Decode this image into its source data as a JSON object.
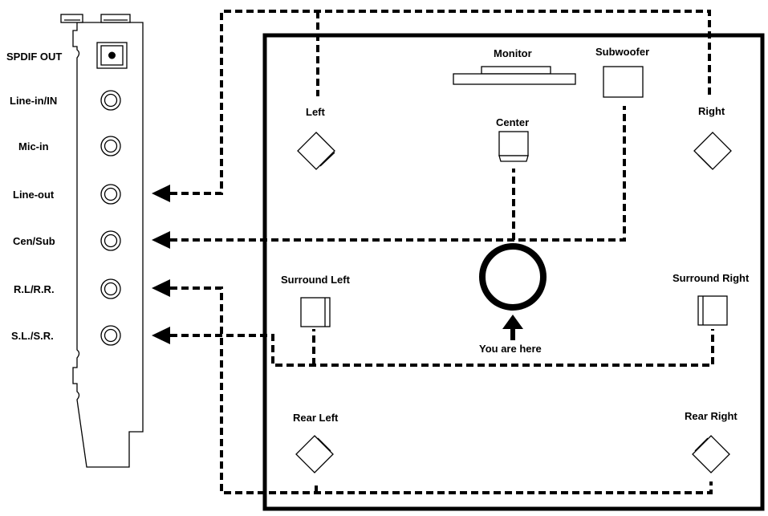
{
  "bracket": {
    "ports": [
      {
        "key": "spdif",
        "label": "SPDIF OUT"
      },
      {
        "key": "line-in",
        "label": "Line-in/IN"
      },
      {
        "key": "mic-in",
        "label": "Mic-in"
      },
      {
        "key": "line-out",
        "label": "Line-out"
      },
      {
        "key": "cen-sub",
        "label": "Cen/Sub"
      },
      {
        "key": "rl-rr",
        "label": "R.L/R.R."
      },
      {
        "key": "sl-sr",
        "label": "S.L./S.R."
      }
    ]
  },
  "room": {
    "monitor": "Monitor",
    "subwoofer": "Subwoofer",
    "left": "Left",
    "right": "Right",
    "center": "Center",
    "surround_left": "Surround Left",
    "surround_right": "Surround Right",
    "listener": "You are here",
    "rear_left": "Rear Left",
    "rear_right": "Rear Right"
  }
}
